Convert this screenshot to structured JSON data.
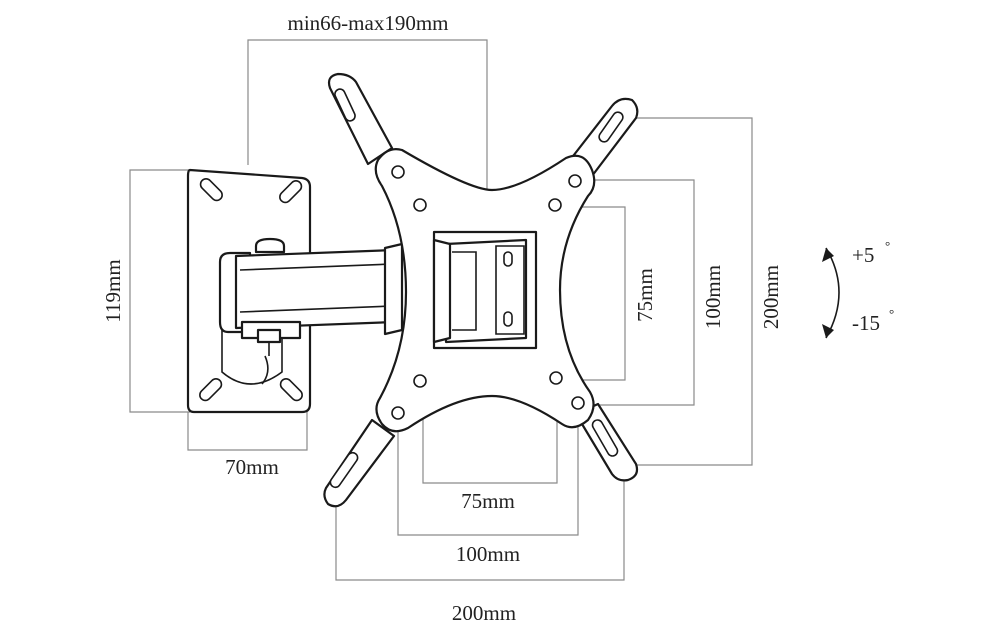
{
  "labels": {
    "arm_extension": "min66-max190mm",
    "wall_plate_height": "119mm",
    "wall_plate_width": "70mm",
    "vesa_75_horizontal": "75mm",
    "vesa_100_horizontal": "100mm",
    "vesa_200_horizontal": "200mm",
    "vesa_75_vertical": "75mm",
    "vesa_100_vertical": "100mm",
    "vesa_200_vertical": "200mm",
    "tilt_up": "+5",
    "tilt_down": "-15",
    "degree_symbol": "°"
  }
}
